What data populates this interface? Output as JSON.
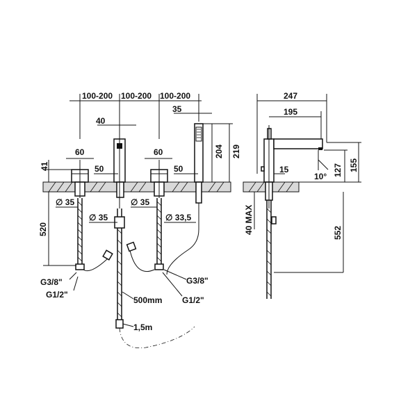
{
  "labels": {
    "spacing_1": "100-200",
    "spacing_2": "100-200",
    "spacing_3": "100-200",
    "width_40": "40",
    "width_35_top": "35",
    "width_60_left": "60",
    "width_60_right": "60",
    "height_41": "41",
    "offset_50_a": "50",
    "offset_50_b": "50",
    "height_204": "204",
    "height_219": "219",
    "dia_35_a": "∅ 35",
    "dia_35_b": "∅ 35",
    "dia_35_c": "∅ 35",
    "dia_33_5": "∅ 33,5",
    "length_520": "520",
    "thread_g38_left": "G3/8\"",
    "thread_g12_left": "G1/2\"",
    "thread_g38_right": "G3/8\"",
    "thread_g12_right": "G1/2\"",
    "hose_500": "500mm",
    "hose_1_5": "1,5m",
    "side_247": "247",
    "side_195": "195",
    "side_15": "15",
    "side_127": "127",
    "side_155": "155",
    "side_10": "10°",
    "side_40max": "40 MAX",
    "side_552": "552"
  },
  "colors": {
    "line": "#111111",
    "deck": "#d9d9d9"
  }
}
